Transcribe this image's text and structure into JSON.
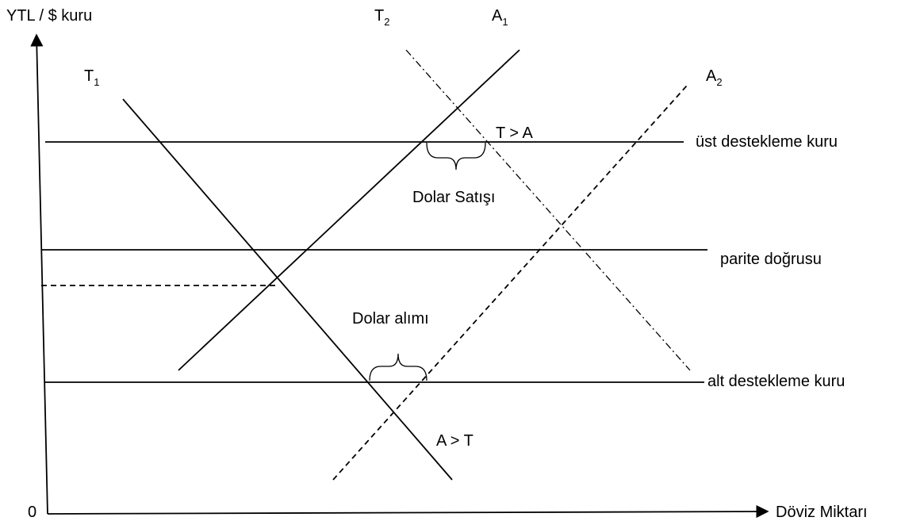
{
  "axes": {
    "y_label": "YTL / $ kuru",
    "x_label": "Döviz Miktarı",
    "origin": "0"
  },
  "curves": {
    "t1": {
      "letter": "T",
      "index": "1"
    },
    "t2": {
      "letter": "T",
      "index": "2"
    },
    "a1": {
      "letter": "A",
      "index": "1"
    },
    "a2": {
      "letter": "A",
      "index": "2"
    }
  },
  "levels": {
    "upper": "üst destekleme kuru",
    "parity": "parite doğrusu",
    "lower": "alt destekleme kuru"
  },
  "annotations": {
    "t_gt_a": "T > A",
    "a_gt_t": "A > T",
    "dollar_sale": "Dolar Satışı",
    "dollar_purchase": "Dolar alımı"
  }
}
